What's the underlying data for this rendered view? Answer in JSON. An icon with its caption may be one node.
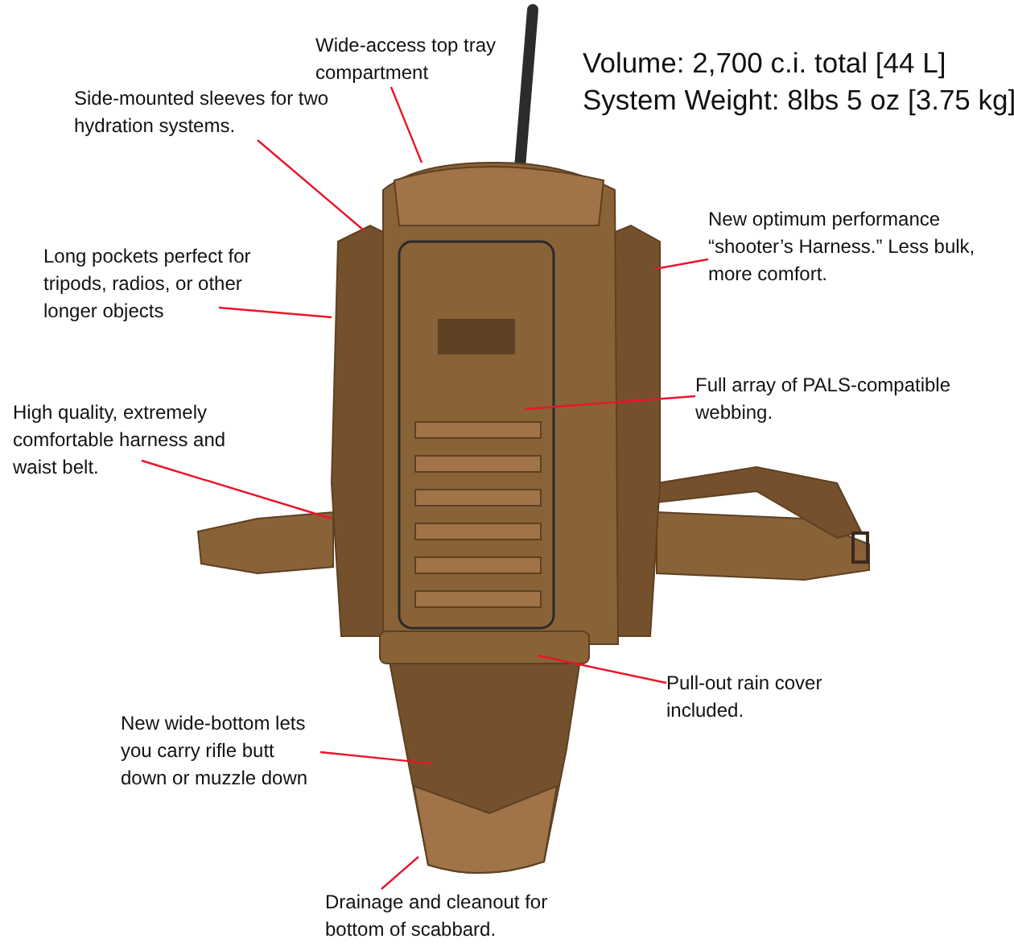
{
  "diagram": {
    "nodes": [
      {
        "text": [
          "Wide-access top tray compartment"
        ]
      },
      {
        "text": [
          "Side-mounted sleeves for two hydration systems."
        ]
      },
      {
        "text": [
          "New optimum performance “shooter’s Harness.” Less bulk, more comfort."
        ]
      },
      {
        "text": [
          "Long pockets perfect for tripods, radios, or other longer objects"
        ]
      },
      {
        "text": [
          "Full array of PALS-compatible webbing."
        ]
      },
      {
        "text": [
          "High quality, extremely comfortable harness and waist belt."
        ]
      },
      {
        "text": [
          "Pull-out rain cover included."
        ]
      },
      {
        "text": [
          "New wide-bottom lets you carry rifle butt down or muzzle down"
        ]
      },
      {
        "text": [
          "Drainage and cleanout for bottom of scabbard."
        ]
      },
      {
        "text": [],
        "shape": "picture"
      }
    ],
    "edges": [
      {
        "from": 0,
        "to": 9,
        "arrow": "none"
      },
      {
        "from": 1,
        "to": 9,
        "arrow": "none"
      },
      {
        "from": 2,
        "to": 9,
        "arrow": "none"
      },
      {
        "from": 3,
        "to": 9,
        "arrow": "none"
      },
      {
        "from": 4,
        "to": 9,
        "arrow": "none"
      },
      {
        "from": 5,
        "to": 9,
        "arrow": "none"
      },
      {
        "from": 6,
        "to": 9,
        "arrow": "none"
      },
      {
        "from": 7,
        "to": 9,
        "arrow": "none"
      },
      {
        "from": 8,
        "to": 9,
        "arrow": "none"
      }
    ],
    "labels": [
      "Volume: 2,700 c.i. total [44 L]",
      "System Weight: 8lbs 5 oz [3.75 kg]"
    ]
  }
}
